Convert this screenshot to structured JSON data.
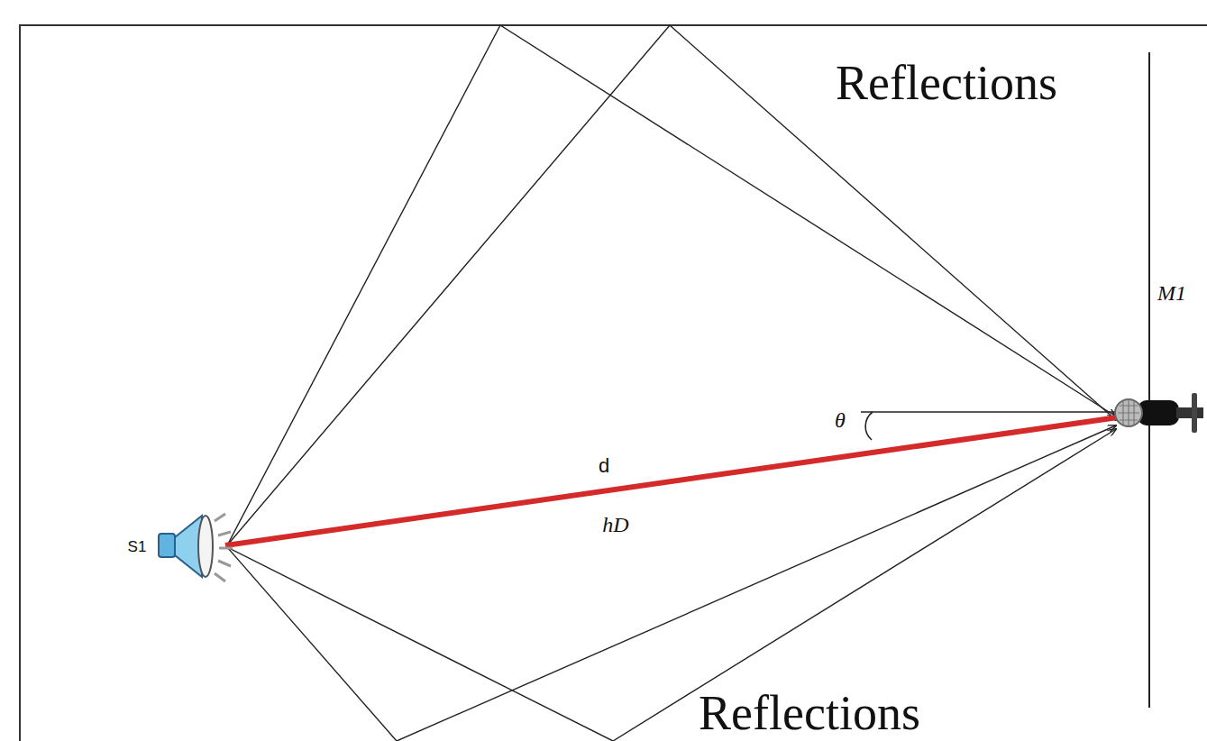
{
  "diagram": {
    "labels": [
      "Reflections",
      "M1",
      "θ",
      "d",
      "hD",
      "S1",
      "Reflections"
    ]
  }
}
